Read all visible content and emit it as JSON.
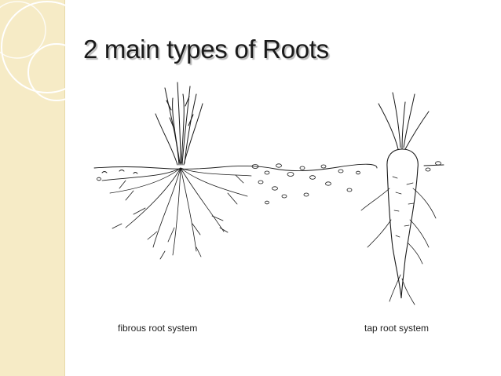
{
  "slide": {
    "title": "2 main types of Roots"
  },
  "diagram": {
    "labels": {
      "fibrous": "fibrous root system",
      "tap": "tap root system"
    }
  },
  "colors": {
    "side_band": "#f6ebc6",
    "deco_line": "#ffffff",
    "ink": "#1a1a1a"
  }
}
